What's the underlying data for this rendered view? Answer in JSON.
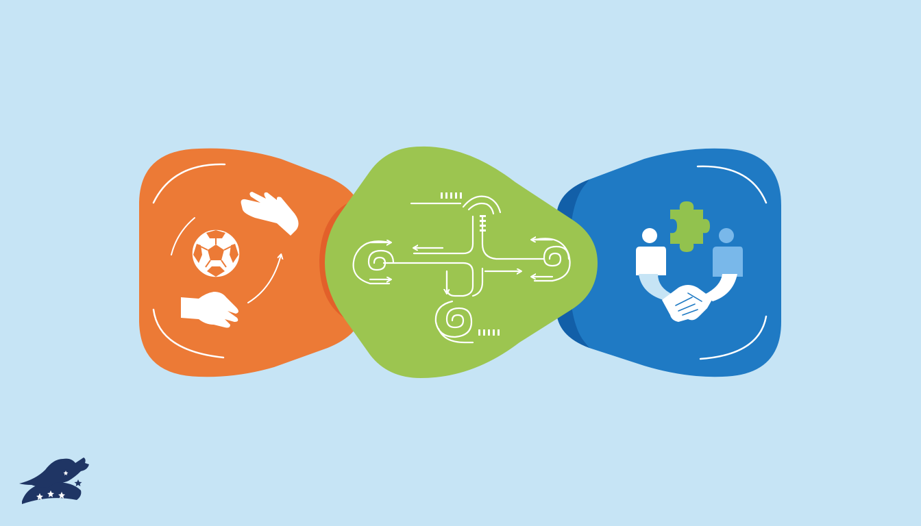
{
  "colors": {
    "background": "#c6e4f5",
    "orange": "#ec7a36",
    "orange_shadow": "#e2602a",
    "green": "#9cc550",
    "blue": "#1f7ac4",
    "blue_shadow": "#125fa8",
    "navy": "#1f3564",
    "white": "#ffffff",
    "puzzle_green": "#92c24e",
    "person_light_blue": "#79b8ea"
  },
  "panels": [
    {
      "id": "teamwork-panel",
      "color": "orange",
      "icons": [
        "hand-icon",
        "soccer-ball-icon",
        "hand-icon",
        "cycle-arrows-icon"
      ]
    },
    {
      "id": "pathways-panel",
      "color": "green",
      "icons": [
        "spiral-icon",
        "arrow-icon",
        "dashes-icon"
      ]
    },
    {
      "id": "partnership-panel",
      "color": "blue",
      "icons": [
        "person-icon",
        "puzzle-piece-icon",
        "person-icon",
        "handshake-icon"
      ]
    }
  ],
  "logo": {
    "icon": "kangaroo-stars-icon"
  }
}
